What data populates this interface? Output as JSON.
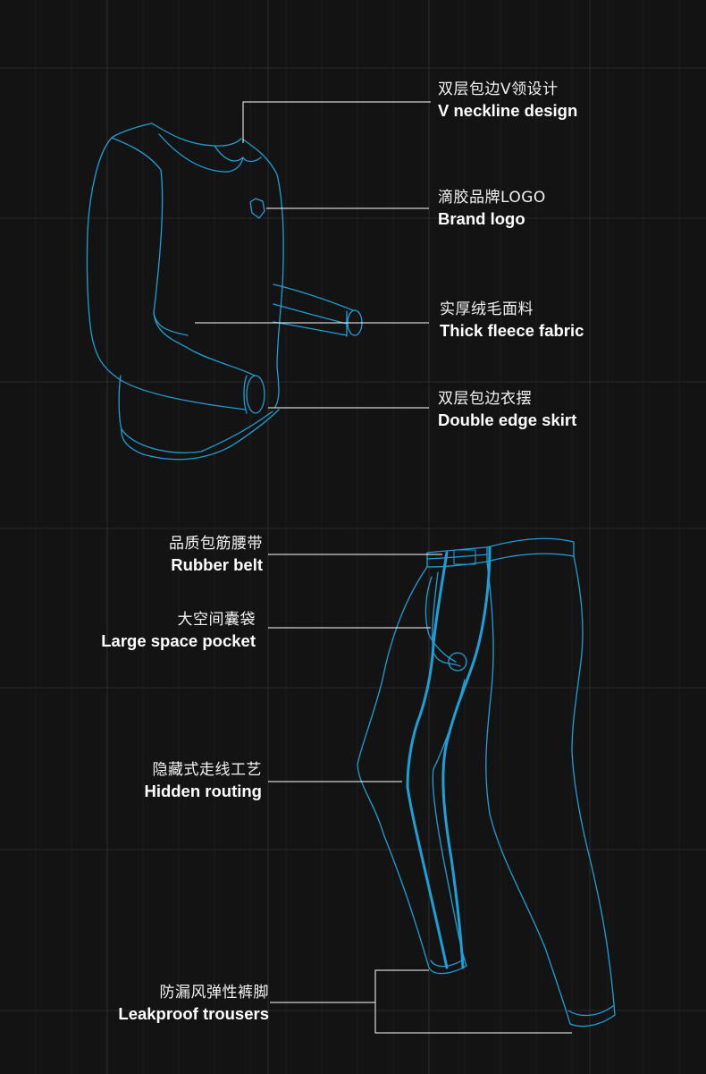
{
  "callouts": {
    "v_neckline": {
      "cn": "双层包边V领设计",
      "en": "V neckline design"
    },
    "brand_logo": {
      "cn": "滴胶品牌LOGO",
      "en": "Brand logo"
    },
    "fleece": {
      "cn": "实厚绒毛面料",
      "en": "Thick fleece fabric"
    },
    "skirt": {
      "cn": "双层包边衣摆",
      "en": "Double edge skirt"
    },
    "rubber_belt": {
      "cn": "品质包筋腰带",
      "en": "Rubber belt"
    },
    "pocket": {
      "cn": "大空间囊袋",
      "en": "Large space pocket"
    },
    "routing": {
      "cn": "隐藏式走线工艺",
      "en": "Hidden routing"
    },
    "trousers": {
      "cn": "防漏风弹性裤脚",
      "en": "Leakproof trousers"
    }
  },
  "colors": {
    "background": "#131313",
    "outline": "#1f9fd6",
    "leader": "#ffffff"
  }
}
